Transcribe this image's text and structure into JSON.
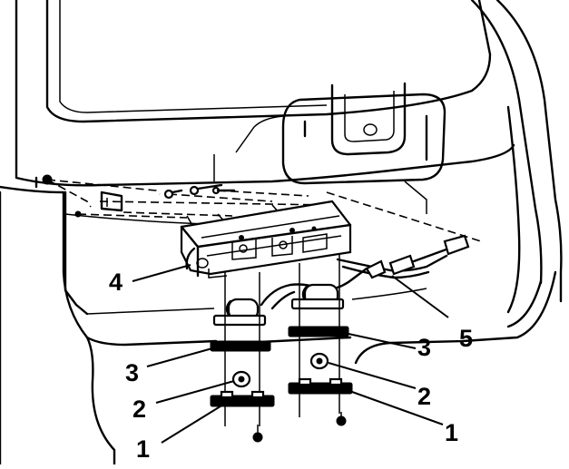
{
  "diagram": {
    "callouts": [
      {
        "id": "1",
        "text": "1"
      },
      {
        "id": "1",
        "text": "1"
      },
      {
        "id": "2",
        "text": "2"
      },
      {
        "id": "2",
        "text": "2"
      },
      {
        "id": "3",
        "text": "3"
      },
      {
        "id": "3",
        "text": "3"
      },
      {
        "id": "4",
        "text": "4"
      },
      {
        "id": "5",
        "text": "5"
      }
    ]
  }
}
